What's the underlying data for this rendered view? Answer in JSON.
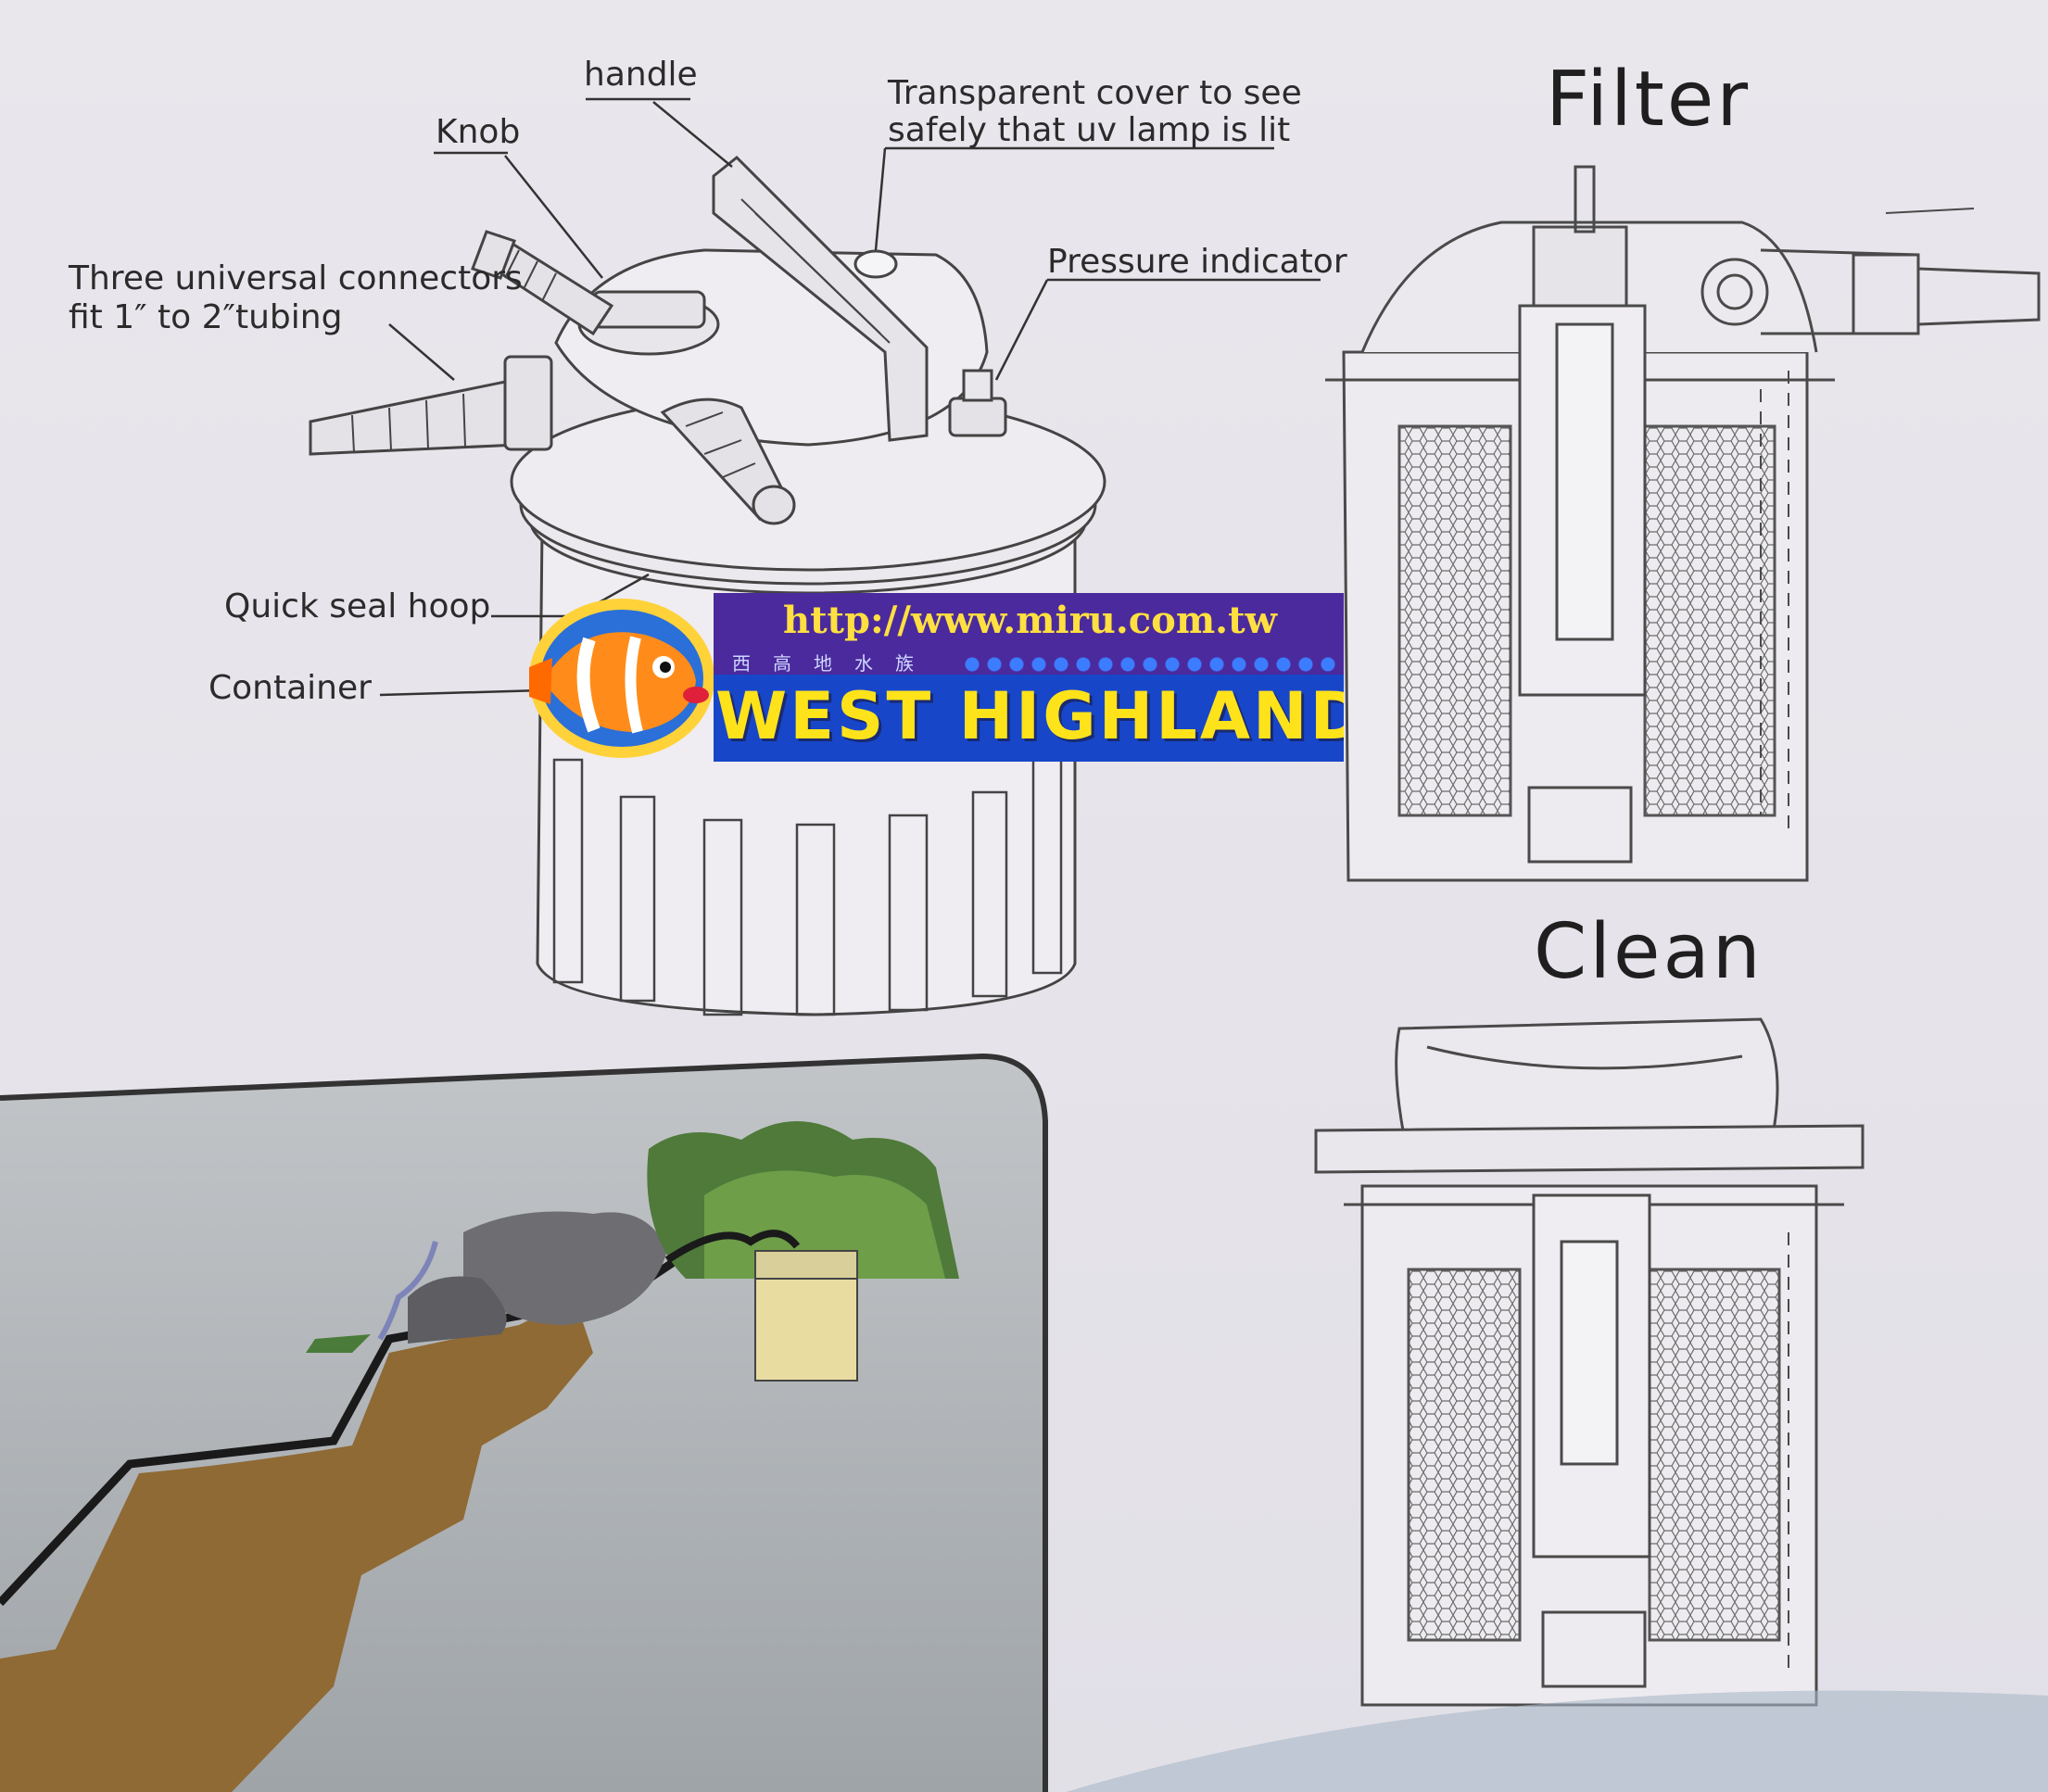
{
  "labels": {
    "handle": "handle",
    "knob": "Knob",
    "cover_line1": "Transparent cover to see",
    "cover_line2": "safely that uv lamp is lit",
    "connectors_line1": "Three universal connectors",
    "connectors_line2": "fit 1″   to 2″tubing",
    "pressure": "Pressure indicator",
    "seal": "Quick seal hoop",
    "container": "Container"
  },
  "headings": {
    "filter": "Filter",
    "clean": "Clean"
  },
  "watermark": {
    "url": "http://www.miru.com.tw",
    "chinese": "西高地水族",
    "name": "WEST HIGHLAND",
    "colors": {
      "band_top": "#4b2a9d",
      "band_bottom": "#1846c9",
      "text": "#ffe31a"
    }
  },
  "icons": [
    "fish-logo-icon",
    "uv-filter-illustration",
    "pond-scene-illustration",
    "filter-cross-section",
    "clean-cross-section"
  ]
}
